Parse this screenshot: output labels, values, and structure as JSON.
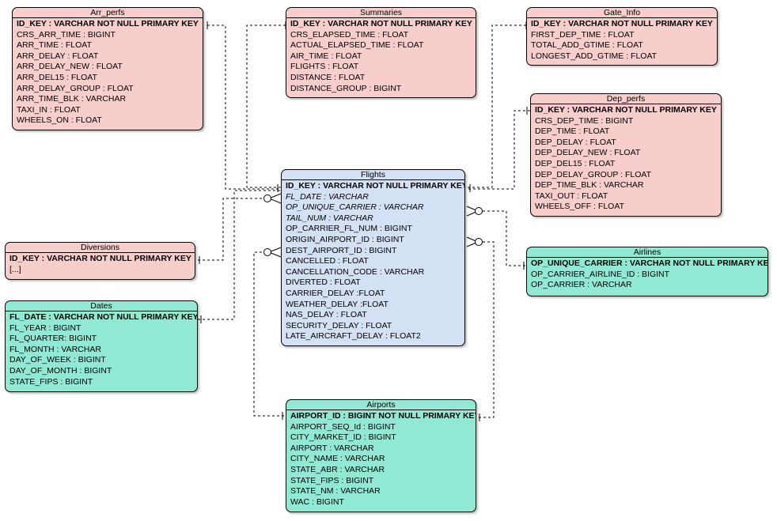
{
  "entities": {
    "arr_perfs": {
      "title": "Arr_perfs",
      "fields": [
        "ID_KEY : VARCHAR NOT NULL PRIMARY KEY",
        "CRS_ARR_TIME : BIGINT",
        "ARR_TIME : FLOAT",
        "ARR_DELAY : FLOAT",
        "ARR_DELAY_NEW : FLOAT",
        "ARR_DEL15 : FLOAT",
        "ARR_DELAY_GROUP : FLOAT",
        "ARR_TIME_BLK : VARCHAR",
        "TAXI_IN : FLOAT",
        "WHEELS_ON : FLOAT"
      ]
    },
    "summaries": {
      "title": "Summaries",
      "fields": [
        "ID_KEY : VARCHAR NOT NULL PRIMARY KEY",
        "CRS_ELAPSED_TIME : FLOAT",
        "ACTUAL_ELAPSED_TIME : FLOAT",
        "AIR_TIME : FLOAT",
        "FLIGHTS : FLOAT",
        "DISTANCE : FLOAT",
        "DISTANCE_GROUP : BIGINT"
      ]
    },
    "gate_info": {
      "title": "Gate_Info",
      "fields": [
        "ID_KEY : VARCHAR NOT NULL PRIMARY KEY",
        "FIRST_DEP_TIME : FLOAT",
        "TOTAL_ADD_GTIME : FLOAT",
        "LONGEST_ADD_GTIME : FLOAT"
      ]
    },
    "dep_perfs": {
      "title": "Dep_perfs",
      "fields": [
        "ID_KEY : VARCHAR NOT NULL PRIMARY KEY",
        "CRS_DEP_TIME : BIGINT",
        "DEP_TIME : FLOAT",
        "DEP_DELAY : FLOAT",
        "DEP_DELAY_NEW : FLOAT",
        "DEP_DEL15 : FLOAT",
        "DEP_DELAY_GROUP : FLOAT",
        "DEP_TIME_BLK : VARCHAR",
        "TAXI_OUT : FLOAT",
        "WHEELS_OFF : FLOAT"
      ]
    },
    "flights": {
      "title": "Flights",
      "fields": [
        "ID_KEY : VARCHAR NOT NULL PRIMARY KEY,",
        "FL_DATE : VARCHAR",
        "OP_UNIQUE_CARRIER : VARCHAR",
        "TAIL_NUM : VARCHAR",
        "OP_CARRIER_FL_NUM : BIGINT",
        "ORIGIN_AIRPORT_ID : BIGINT",
        "DEST_AIRPORT_ID : BIGINT",
        "CANCELLED : FLOAT",
        "CANCELLATION_CODE : VARCHAR",
        "DIVERTED : FLOAT",
        "CARRIER_DELAY :FLOAT",
        "WEATHER_DELAY :FLOAT",
        "NAS_DELAY : FLOAT",
        "SECURITY_DELAY : FLOAT",
        "LATE_AIRCRAFT_DELAY : FLOAT2"
      ]
    },
    "diversions": {
      "title": "Diversions",
      "fields": [
        "ID_KEY : VARCHAR NOT NULL PRIMARY KEY",
        "[...]"
      ]
    },
    "airlines": {
      "title": "Airlines",
      "fields": [
        "OP_UNIQUE_CARRIER : VARCHAR NOT NULL PRIMARY KEY",
        "OP_CARRIER_AIRLINE_ID : BIGINT",
        "OP_CARRIER : VARCHAR"
      ]
    },
    "dates": {
      "title": "Dates",
      "fields": [
        "FL_DATE : VARCHAR NOT NULL PRIMARY KEY",
        "FL_YEAR : BIGINT",
        "FL_QUARTER: BIGINT",
        "FL_MONTH : VARCHAR",
        "DAY_OF_WEEK : BIGINT",
        "DAY_OF_MONTH : BIGINT",
        "STATE_FIPS : BIGINT"
      ]
    },
    "airports": {
      "title": "Airports",
      "fields": [
        "AIRPORT_ID : BIGINT NOT NULL PRIMARY KEY",
        "AIRPORT_SEQ_Id : BIGINT",
        "CITY_MARKET_ID : BIGINT",
        "AIRPORT : VARCHAR",
        "CITY_NAME : VARCHAR",
        "STATE_ABR : VARCHAR",
        "STATE_FIPS : BIGINT",
        "STATE_NM : VARCHAR",
        "WAC : BIGINT"
      ]
    }
  },
  "colors": {
    "pink": "#f8cecc",
    "green": "#92e9d3",
    "blue": "#d4e1f5"
  }
}
